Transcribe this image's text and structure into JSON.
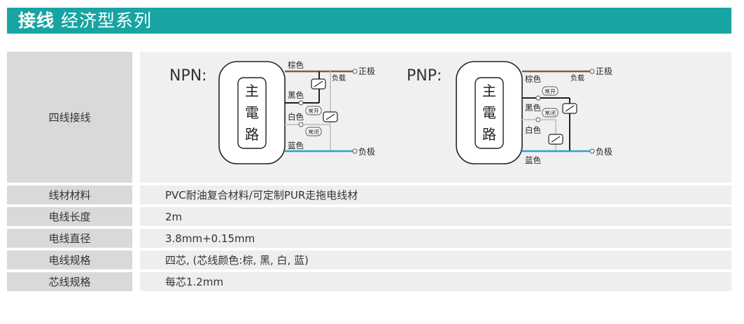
{
  "header": {
    "title_bold": "接线",
    "title_rest": "经济型系列"
  },
  "rows": [
    {
      "label": "四线接线",
      "value": ""
    },
    {
      "label": "线材材料",
      "value": "PVC耐油复合材料/可定制PUR走拖电线材"
    },
    {
      "label": "电线长度",
      "value": "2m"
    },
    {
      "label": "电线直径",
      "value": "3.8mm+0.15mm"
    },
    {
      "label": "电线规格",
      "value": "四芯, (芯线颜色:棕, 黑, 白, 蓝)"
    },
    {
      "label": "芯线规格",
      "value": "每芯1.2mm"
    }
  ],
  "diagram": {
    "npn": {
      "label": "NPN:",
      "circuit": [
        "主",
        "電",
        "路"
      ],
      "brown": "棕色",
      "black": "黑色",
      "white": "白色",
      "blue": "蓝色",
      "load": "负载",
      "positive": "正极",
      "negative": "负极",
      "no": "常开",
      "nc": "常闭"
    },
    "pnp": {
      "label": "PNP:",
      "circuit": [
        "主",
        "電",
        "路"
      ],
      "brown": "棕色",
      "black": "黑色",
      "white": "白色",
      "blue": "蓝色",
      "load": "负载",
      "positive": "正极",
      "negative": "负极",
      "no": "常开",
      "nc": "常闭"
    }
  },
  "colors": {
    "teal": "#17a4a2",
    "brown_wire": "#8a5a3c",
    "blue_wire": "#2b9fd9",
    "grey_wire": "#c8c8c8"
  }
}
